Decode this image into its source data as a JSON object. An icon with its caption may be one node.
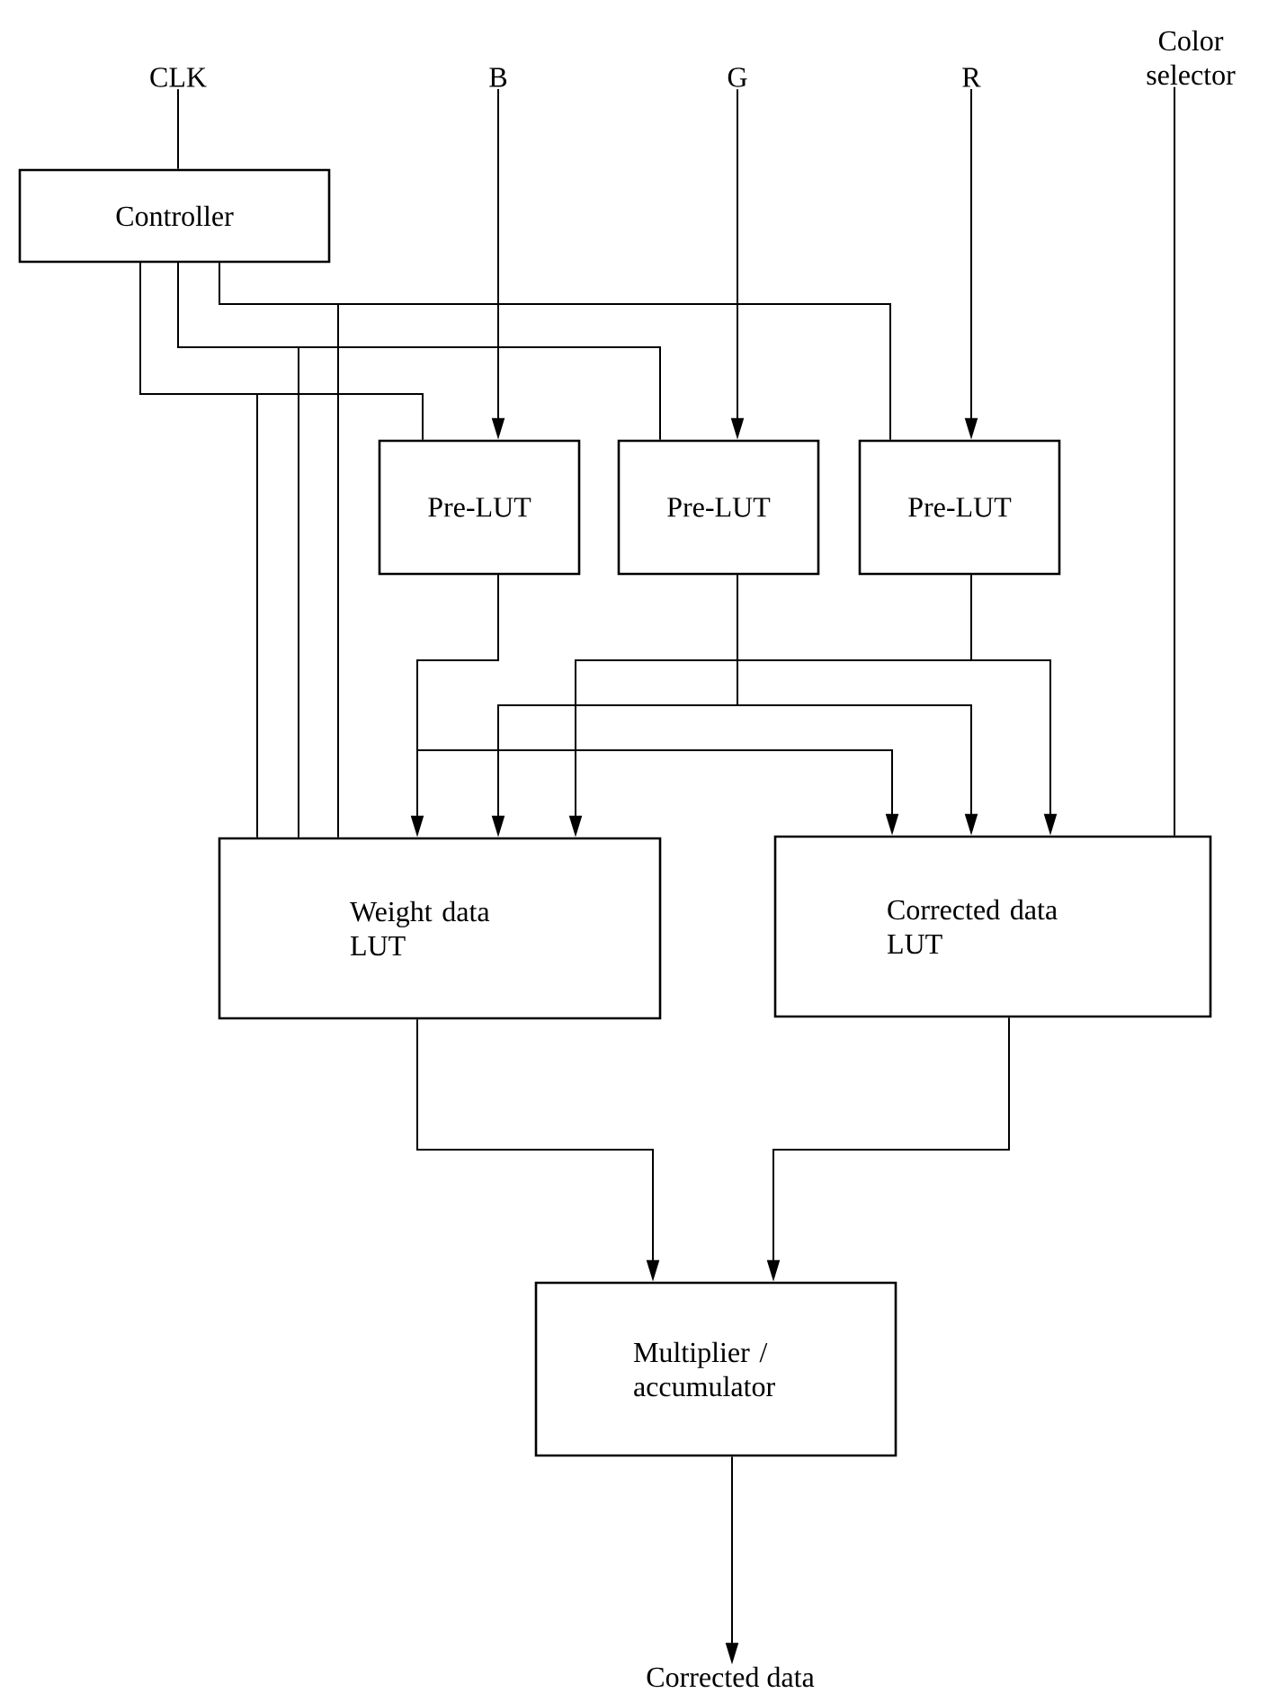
{
  "diagram": {
    "nodes": [
      {
        "text": [
          "CLK"
        ]
      },
      {
        "text": [
          "B"
        ]
      },
      {
        "text": [
          "G"
        ]
      },
      {
        "text": [
          "R"
        ]
      },
      {
        "text": [
          "Color selector"
        ]
      },
      {
        "text": [
          "Controller"
        ]
      },
      {
        "text": [
          "Pre-LUT"
        ]
      },
      {
        "text": [
          "Pre-LUT"
        ]
      },
      {
        "text": [
          "Pre-LUT"
        ]
      },
      {
        "text": [
          "Weight data LUT"
        ]
      },
      {
        "text": [
          "Corrected data LUT"
        ]
      },
      {
        "text": [
          "Multiplier / accumulator"
        ]
      },
      {
        "text": [
          "Corrected data"
        ]
      }
    ],
    "edges": [
      {
        "from": 0,
        "to": 5,
        "arrow": "none"
      },
      {
        "from": 1,
        "to": 6,
        "arrow": "to"
      },
      {
        "from": 2,
        "to": 7,
        "arrow": "to"
      },
      {
        "from": 3,
        "to": 8,
        "arrow": "to"
      },
      {
        "from": 4,
        "to": 10,
        "arrow": "none"
      },
      {
        "from": 5,
        "to": 6,
        "arrow": "none"
      },
      {
        "from": 5,
        "to": 7,
        "arrow": "none"
      },
      {
        "from": 5,
        "to": 8,
        "arrow": "none"
      },
      {
        "from": 5,
        "to": 9,
        "arrow": "none"
      },
      {
        "from": 5,
        "to": 9,
        "arrow": "none"
      },
      {
        "from": 5,
        "to": 9,
        "arrow": "none"
      },
      {
        "from": 6,
        "to": 9,
        "arrow": "to"
      },
      {
        "from": 6,
        "to": 10,
        "arrow": "to"
      },
      {
        "from": 7,
        "to": 9,
        "arrow": "to"
      },
      {
        "from": 7,
        "to": 10,
        "arrow": "to"
      },
      {
        "from": 8,
        "to": 9,
        "arrow": "to"
      },
      {
        "from": 8,
        "to": 10,
        "arrow": "to"
      },
      {
        "from": 9,
        "to": 11,
        "arrow": "to"
      },
      {
        "from": 10,
        "to": 11,
        "arrow": "to"
      },
      {
        "from": 11,
        "to": 12,
        "arrow": "to"
      }
    ]
  }
}
